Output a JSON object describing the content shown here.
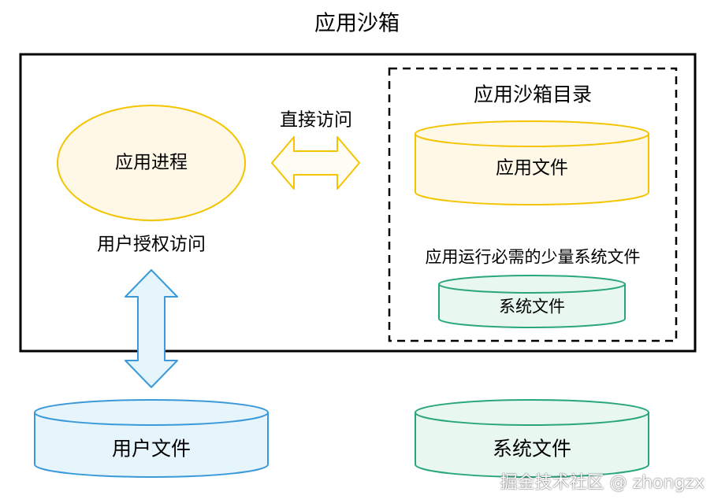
{
  "diagram": {
    "title": "应用沙箱",
    "process": "应用进程",
    "direct_access": "直接访问",
    "user_authorized_access": "用户授权访问",
    "sandbox_directory": "应用沙箱目录",
    "app_files": "应用文件",
    "required_system_files_note": "应用运行必需的少量系统文件",
    "inner_system_files": "系统文件",
    "user_files": "用户文件",
    "outer_system_files": "系统文件"
  },
  "watermark": "掘金技术社区 @ zhongzx",
  "colors": {
    "yellow_fill": "#fff8e6",
    "yellow_stroke": "#f3c400",
    "blue_fill": "#e6f4fc",
    "blue_stroke": "#3a9ad9",
    "green_fill": "#e8f7f0",
    "green_stroke": "#2aa77a",
    "border": "#000000"
  }
}
